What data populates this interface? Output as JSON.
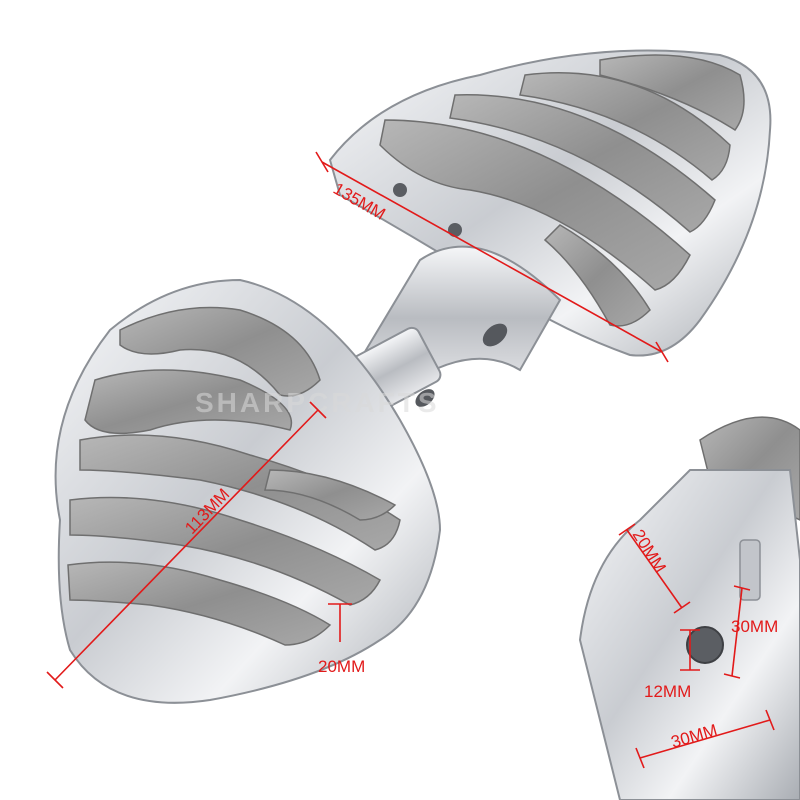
{
  "watermark": "SHARPCRAFTS",
  "dimensions": {
    "top_length": "135MM",
    "left_length": "113MM",
    "step_height": "20MM",
    "clevis_depth": "20MM",
    "clevis_height": "30MM",
    "hole_diameter": "12MM",
    "clevis_width": "30MM"
  },
  "colors": {
    "dimension_line": "#e21a1a",
    "chrome": "#d4d6da",
    "rubber": "#9a9a9a"
  }
}
